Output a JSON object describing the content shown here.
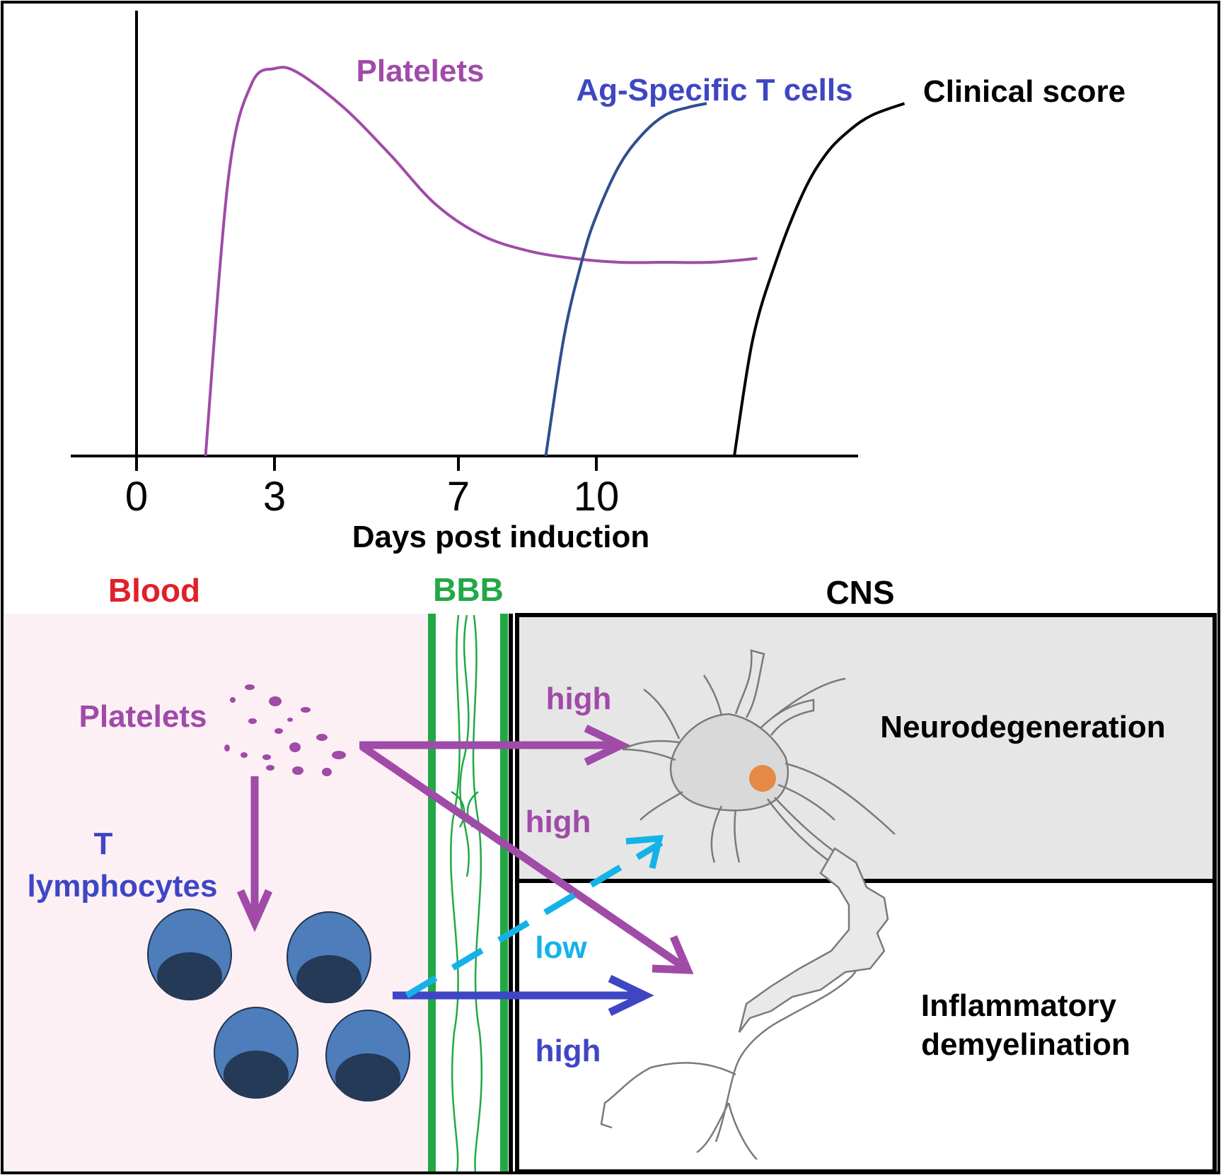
{
  "colors": {
    "platelets": "#A04BA8",
    "tcells": "#3F46C4",
    "tcell_curve": "#2E4F8C",
    "clinical": "#000000",
    "blood_label": "#E0202A",
    "bbb": "#22A845",
    "low_arrow": "#13B3E8",
    "blood_bg": "#FDF0F5",
    "cns_top_bg": "#E6E6E6",
    "neuron_nucleus": "#E48A45",
    "cell_fill": "#4D7DBA",
    "cell_nucleus": "#243A57"
  },
  "chart_data": {
    "type": "line",
    "xlabel": "Days post induction",
    "ylabel": "",
    "x_ticks": [
      0,
      3,
      7,
      10
    ],
    "series": [
      {
        "name": "Platelets",
        "points": [
          [
            1.5,
            0
          ],
          [
            2.0,
            0.72
          ],
          [
            2.5,
            0.96
          ],
          [
            3.0,
            1.0
          ],
          [
            3.5,
            0.99
          ],
          [
            4.5,
            0.9
          ],
          [
            5.5,
            0.78
          ],
          [
            6.5,
            0.65
          ],
          [
            7.5,
            0.57
          ],
          [
            8.5,
            0.53
          ],
          [
            9.5,
            0.51
          ],
          [
            10.5,
            0.5
          ],
          [
            11.5,
            0.5
          ],
          [
            12.5,
            0.5
          ],
          [
            13.5,
            0.51
          ]
        ]
      },
      {
        "name": "Ag-Specific T cells",
        "points": [
          [
            8.9,
            0
          ],
          [
            9.3,
            0.31
          ],
          [
            9.7,
            0.51
          ],
          [
            10.0,
            0.62
          ],
          [
            10.5,
            0.75
          ],
          [
            11.0,
            0.83
          ],
          [
            11.5,
            0.88
          ],
          [
            12.0,
            0.9
          ],
          [
            12.4,
            0.91
          ]
        ]
      },
      {
        "name": "Clinical score",
        "points": [
          [
            13.0,
            0
          ],
          [
            13.4,
            0.3
          ],
          [
            13.9,
            0.5
          ],
          [
            14.5,
            0.68
          ],
          [
            15.0,
            0.78
          ],
          [
            15.5,
            0.84
          ],
          [
            16.0,
            0.88
          ],
          [
            16.7,
            0.91
          ]
        ]
      }
    ]
  },
  "diagram": {
    "blood_label": "Blood",
    "bbb_label": "BBB",
    "cns_label": "CNS",
    "platelets_label": "Platelets",
    "tlymph_line1": "T",
    "tlymph_line2": "lymphocytes",
    "high_top": "high",
    "high_mid": "high",
    "low": "low",
    "high_bottom": "high",
    "neuro": "Neurodegeneration",
    "inflam_line1": "Inflammatory",
    "inflam_line2": "demyelination"
  }
}
